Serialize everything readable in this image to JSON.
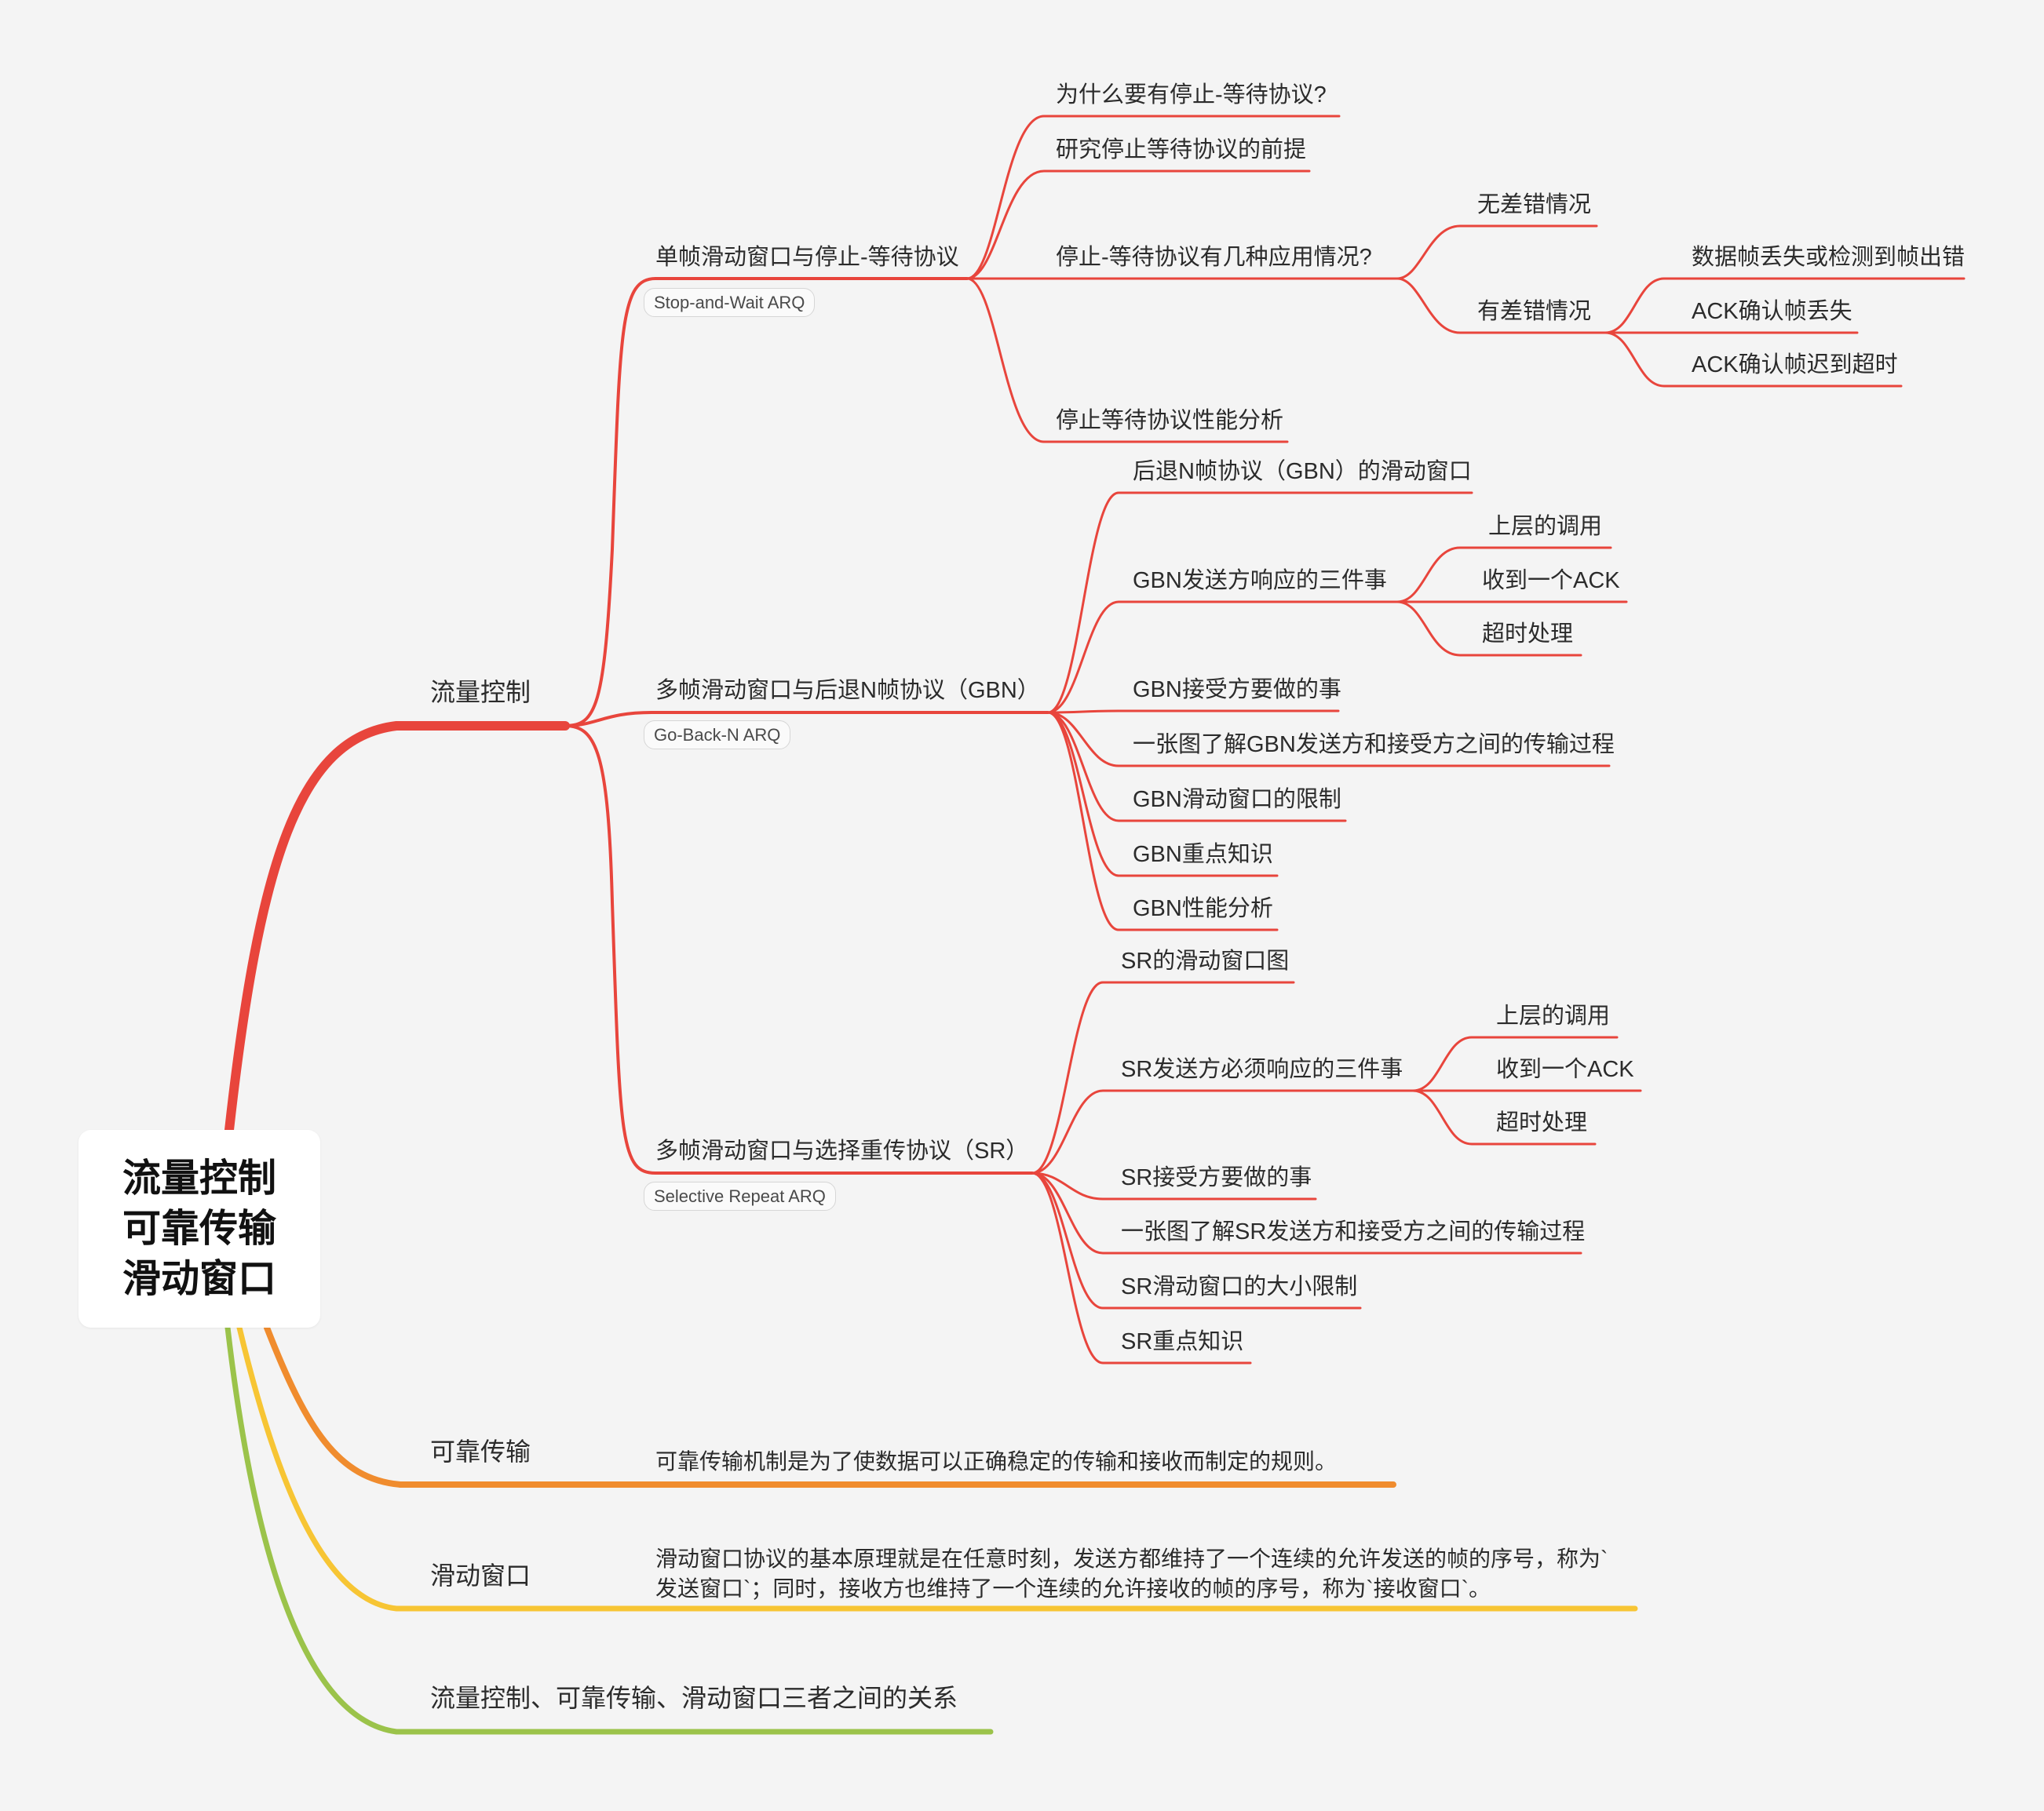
{
  "colors": {
    "background": "#f4f4f4",
    "flow_branch": "#e8453c",
    "reliable_branch": "#f08c2e",
    "window_branch": "#f7c534",
    "relation_branch": "#9bc34a"
  },
  "root": {
    "lines": [
      "流量控制",
      "可靠传输",
      "滑动窗口"
    ]
  },
  "branches": {
    "flow_control": {
      "label": "流量控制",
      "stop_wait": {
        "label": "单帧滑动窗口与停止-等待协议",
        "tag": "Stop-and-Wait ARQ",
        "items": {
          "why": "为什么要有停止-等待协议?",
          "premise": "研究停止等待协议的前提",
          "cases": {
            "label": "停止-等待协议有几种应用情况?",
            "no_error": "无差错情况",
            "has_error": {
              "label": "有差错情况",
              "sub": [
                "数据帧丢失或检测到帧出错",
                "ACK确认帧丢失",
                "ACK确认帧迟到超时"
              ]
            }
          },
          "perf": "停止等待协议性能分析"
        }
      },
      "gbn": {
        "label": "多帧滑动窗口与后退N帧协议（GBN）",
        "tag": "Go-Back-N ARQ",
        "items": {
          "window": "后退N帧协议（GBN）的滑动窗口",
          "sender": {
            "label": "GBN发送方响应的三件事",
            "sub": [
              "上层的调用",
              "收到一个ACK",
              "超时处理"
            ]
          },
          "receiver": "GBN接受方要做的事",
          "overview": "一张图了解GBN发送方和接受方之间的传输过程",
          "limit": "GBN滑动窗口的限制",
          "key": "GBN重点知识",
          "perf": "GBN性能分析"
        }
      },
      "sr": {
        "label": "多帧滑动窗口与选择重传协议（SR）",
        "tag": "Selective Repeat ARQ",
        "items": {
          "window": "SR的滑动窗口图",
          "sender": {
            "label": "SR发送方必须响应的三件事",
            "sub": [
              "上层的调用",
              "收到一个ACK",
              "超时处理"
            ]
          },
          "receiver": "SR接受方要做的事",
          "overview": "一张图了解SR发送方和接受方之间的传输过程",
          "limit": "SR滑动窗口的大小限制",
          "key": "SR重点知识"
        }
      }
    },
    "reliable": {
      "label": "可靠传输",
      "desc": "可靠传输机制是为了使数据可以正确稳定的传输和接收而制定的规则。"
    },
    "sliding_window": {
      "label": "滑动窗口",
      "desc_line1": "滑动窗口协议的基本原理就是在任意时刻，发送方都维持了一个连续的允许发送的帧的序号，称为`",
      "desc_line2": "发送窗口`；同时，接收方也维持了一个连续的允许接收的帧的序号，称为`接收窗口`。"
    },
    "relation": {
      "label": "流量控制、可靠传输、滑动窗口三者之间的关系"
    }
  }
}
